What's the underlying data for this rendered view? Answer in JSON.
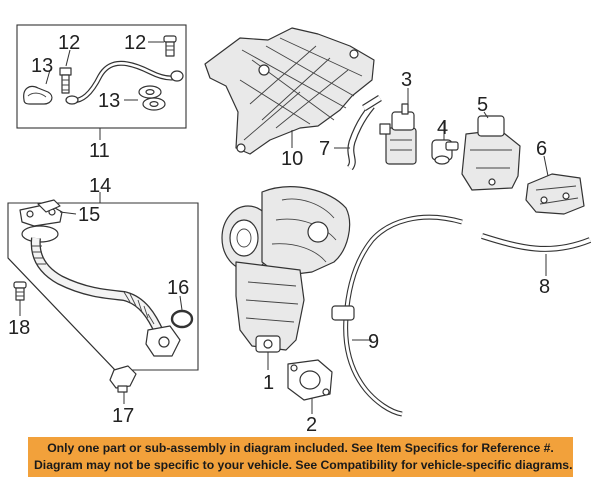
{
  "callouts": [
    {
      "id": "1",
      "label": "1"
    },
    {
      "id": "2",
      "label": "2"
    },
    {
      "id": "3",
      "label": "3"
    },
    {
      "id": "4",
      "label": "4"
    },
    {
      "id": "5",
      "label": "5"
    },
    {
      "id": "6",
      "label": "6"
    },
    {
      "id": "7",
      "label": "7"
    },
    {
      "id": "8",
      "label": "8"
    },
    {
      "id": "9",
      "label": "9"
    },
    {
      "id": "10",
      "label": "10"
    },
    {
      "id": "11",
      "label": "11"
    },
    {
      "id": "12a",
      "label": "12"
    },
    {
      "id": "12b",
      "label": "12"
    },
    {
      "id": "13a",
      "label": "13"
    },
    {
      "id": "13b",
      "label": "13"
    },
    {
      "id": "14",
      "label": "14"
    },
    {
      "id": "15",
      "label": "15"
    },
    {
      "id": "16",
      "label": "16"
    },
    {
      "id": "17",
      "label": "17"
    },
    {
      "id": "18",
      "label": "18"
    }
  ],
  "banner": {
    "line1": "Only one part or sub-assembly in diagram included. See Item Specifics for Reference #.",
    "line2": "Diagram may not be specific to your vehicle. See Compatibility for vehicle-specific diagrams.",
    "background": "#f2a13b"
  }
}
